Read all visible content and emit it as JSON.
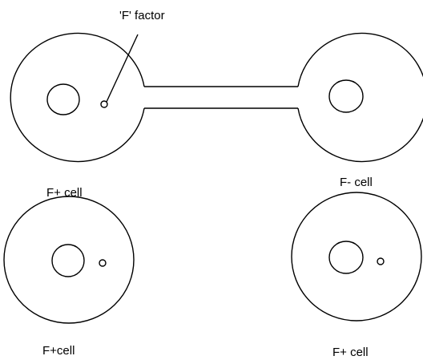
{
  "labels": {
    "f_factor": "'F' factor",
    "donor_cell": "F+ cell",
    "recipient_cell": "F- cell",
    "result_cell_left": "F+cell",
    "result_cell_right": "F+ cell"
  },
  "colors": {
    "stroke": "#000000",
    "background": "#ffffff"
  }
}
